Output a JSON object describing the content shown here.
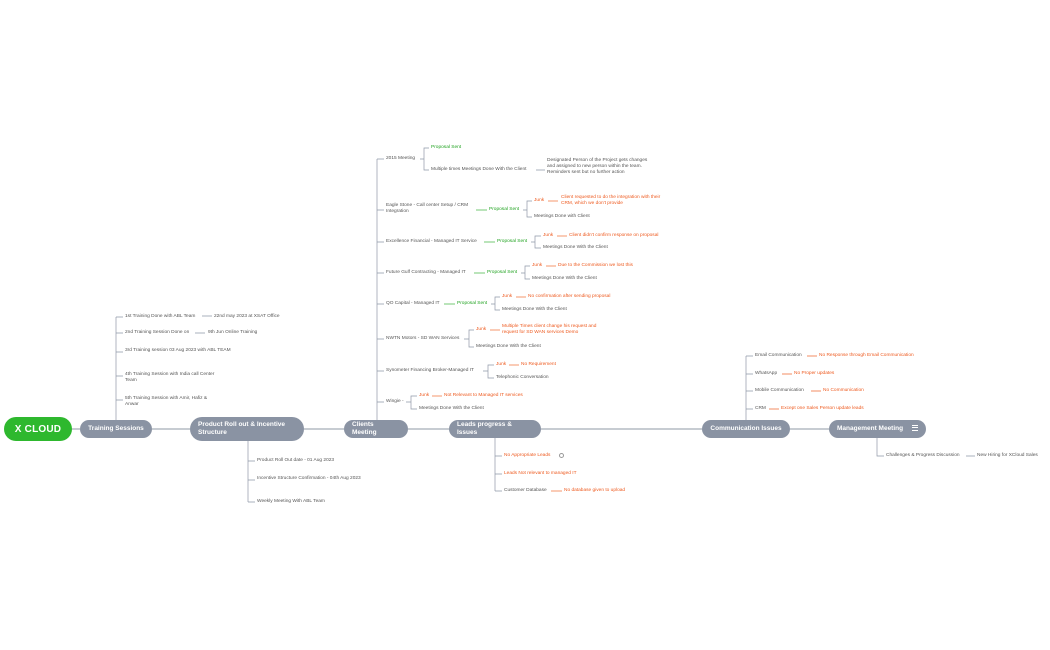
{
  "root": "X CLOUD",
  "main": {
    "training": "Training Sessions",
    "product": "Product Roll out & Incentive Structure",
    "clients": "Clients Meeting",
    "leads": "Leads progress & Issues",
    "communication": "Communication Issues",
    "management": "Management Meeting"
  },
  "training": {
    "s1": "1st Training Done with ABL Team",
    "s1_date": "22nd may 2023 at XSAT Office",
    "s2": "2nd Training Session Done on",
    "s2_date": "9th Jun Online Training",
    "s3": "3rd Training session 03 Aug 2023 with ABL TEAM",
    "s4": "4th Training Session with India call Center Team",
    "s5": "5th Training Session with Amir, Hafiz & Anwar"
  },
  "product": {
    "p1": "Product Roll Out date - 01 Aug 2023",
    "p2": "Incentive Structure Confirmation - 04th Aug 2023",
    "p3": "Weekly Meeting With ABL Team"
  },
  "clients": {
    "c1": "2015 Meeting",
    "c1_a": "Proposal Sent",
    "c1_b": "Multiple times Meetings Done With the Client",
    "c1_b_note": "Designated Person of the Project gets changes and assigned to new person within the team. Reminders sent but no further action",
    "c2": "Eagle Stone - Call center Setup / CRM Integration",
    "c2_status": "Proposal Sent",
    "c2_junk": "Junk",
    "c2_junk_note": "Client requested to do the integration with their CRM, which we don't provide",
    "c2_meet": "Meetings Done with Client",
    "c3": "Excellence Financial - Managed IT Service",
    "c3_status": "Proposal Sent",
    "c3_junk": "Junk",
    "c3_junk_note": "Client didn't confirm response on proposal",
    "c3_meet": "Meetings Done With the Client",
    "c4": "Future Gulf Contracting - Managed IT",
    "c4_status": "Proposal Sent",
    "c4_junk": "Junk",
    "c4_junk_note": "Due to the Commission we lost this",
    "c4_meet": "Meetings Done With the Client",
    "c5": "QO Capital - Managed IT",
    "c5_status": "Proposal Sent",
    "c5_junk": "Junk",
    "c5_junk_note": "No confirmation after sending proposal",
    "c5_meet": "Meetings Done With the Client",
    "c6": "NWTN Motors - SD WAN Services",
    "c6_junk": "Junk",
    "c6_junk_note": "Multiple Times client change his request and request for SD WAN services Demo",
    "c6_meet": "Meetings Done With the Client",
    "c7": "Synometer Financing Broker-Managed IT",
    "c7_junk": "Junk",
    "c7_junk_note": "No Requirement",
    "c7_conv": "Telephonic Conversation",
    "c8": "Wingie -",
    "c8_junk": "Junk",
    "c8_junk_note": "Not Relevant to Managed IT services",
    "c8_meet": "Meetings Done With the Client"
  },
  "leads": {
    "l1": "No Appropriate Leads",
    "l2": "Leads Not relevant to managed IT",
    "l3": "Customer Database",
    "l3_note": "No database given to upload"
  },
  "communication": {
    "m1": "Email Communication",
    "m1_note": "No Response through Email Communication",
    "m2": "WhatsApp",
    "m2_note": "No Proper updates",
    "m3": "Mobile Communication",
    "m3_note": "No Communication",
    "m4": "CRM",
    "m4_note": "Except one Sales Person update leads"
  },
  "management": {
    "g1": "Challenges & Progress Discussion",
    "g1_note": "New Hiring for XCloud Sales"
  },
  "icons": [
    "menu-icon",
    "clock-icon"
  ],
  "colors": {
    "root": "#2eb82e",
    "main": "#8a93a3",
    "green": "#22a322",
    "orange": "#ee5a1f",
    "text": "#555555"
  }
}
